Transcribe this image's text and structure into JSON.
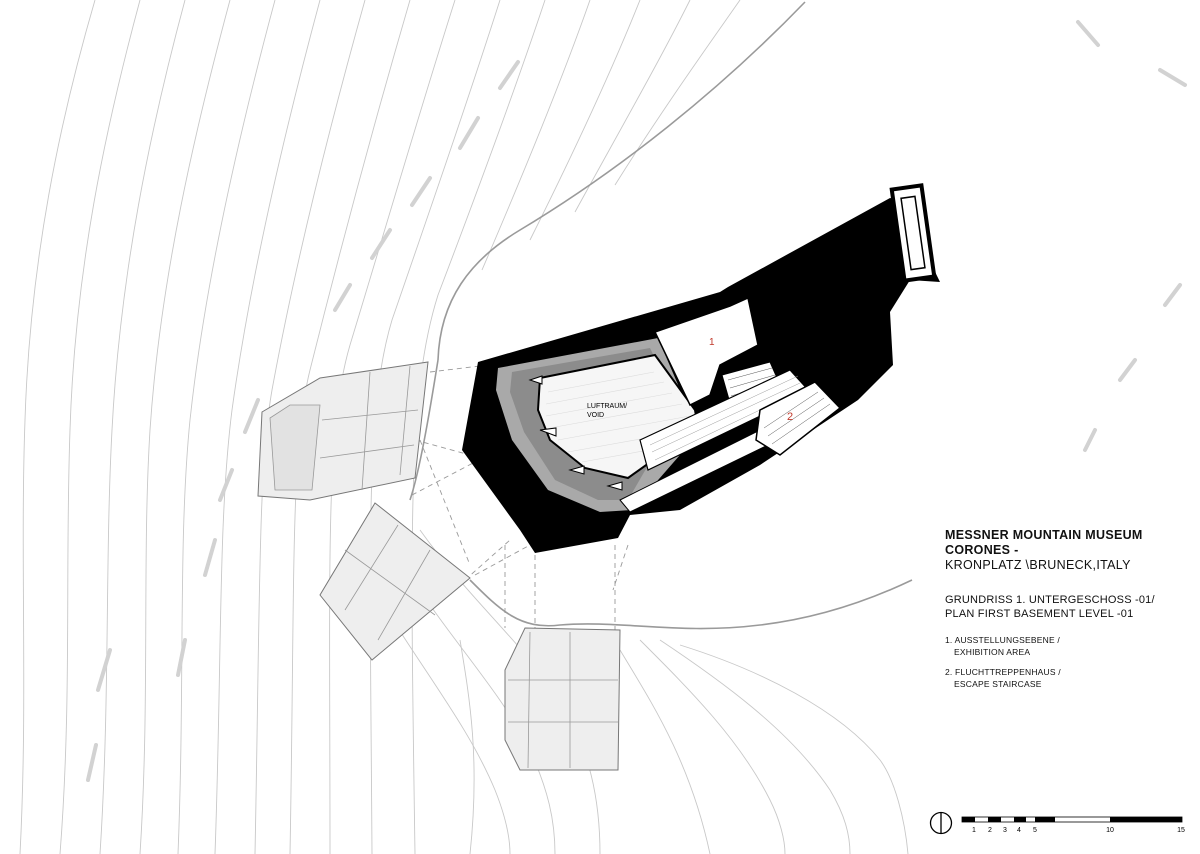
{
  "title": {
    "line1": "MESSNER MOUNTAIN MUSEUM",
    "line2": "CORONES -",
    "location": "KRONPLATZ \\BRUNECK,ITALY"
  },
  "plan_name": {
    "de": "GRUNDRISS 1. UNTERGESCHOSS -01/",
    "en": "PLAN FIRST BASEMENT LEVEL -01"
  },
  "legend": [
    {
      "line1": "1. AUSSTELLUNGSEBENE /",
      "line2": "EXHIBITION AREA"
    },
    {
      "line1": "2. FLUCHTTREPPENHAUS /",
      "line2": "ESCAPE STAIRCASE"
    }
  ],
  "room_labels": {
    "void_line1": "LUFTRAUM/",
    "void_line2": "VOID",
    "room1": "1",
    "room2": "2"
  },
  "scale_bar": {
    "ticks": [
      "1",
      "2",
      "3",
      "4",
      "5",
      "10",
      "15"
    ]
  },
  "colors": {
    "walls": "#000000",
    "contour_lines": "#c8c8c8",
    "terrain_edge": "#9a9a9a",
    "room_numbers": "#c0392b",
    "canopy_fill": "#eeeeee"
  },
  "icons": [
    "north-arrow-icon"
  ]
}
